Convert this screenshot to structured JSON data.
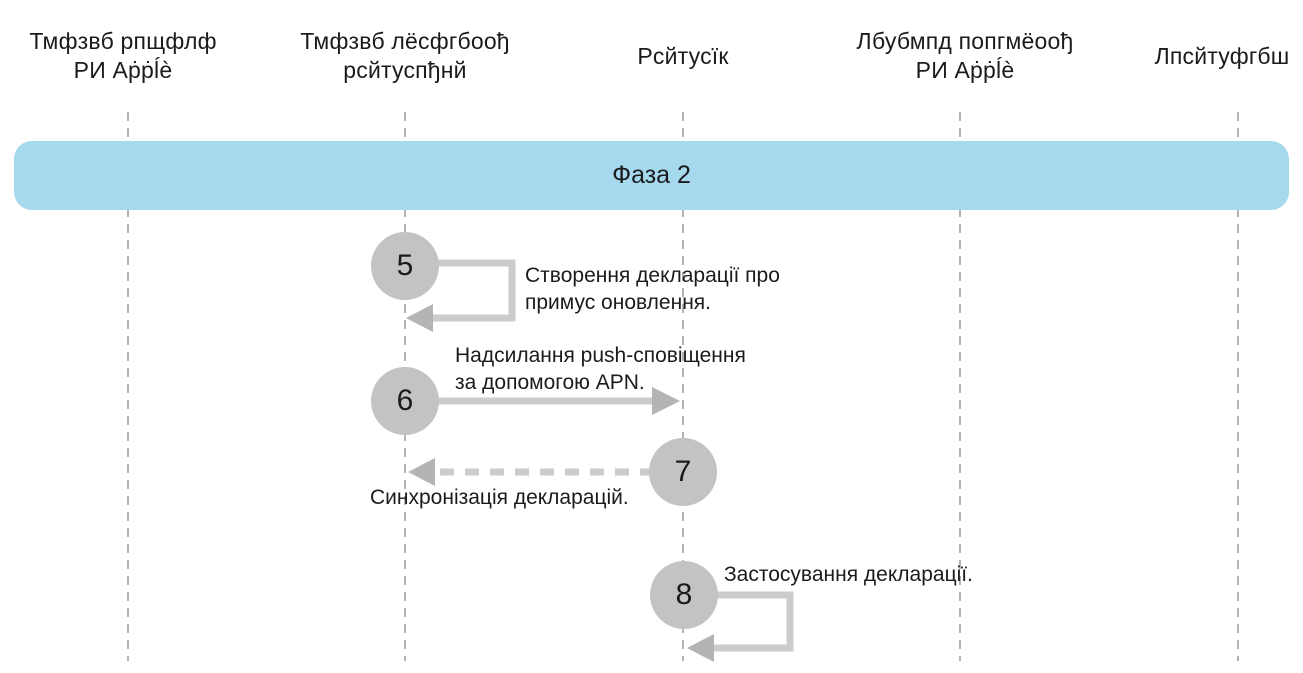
{
  "diagram": {
    "actors": [
      {
        "line1": "Тмфзвб рпщфлф",
        "line2": "РИ Аṗṗĺè"
      },
      {
        "line1": "Тмфзвб лёсфгбоођ",
        "line2": "рсйтуспђнй"
      },
      {
        "line1": "Рсйтусїк",
        "line2": ""
      },
      {
        "line1": "Лбубмпд попгмёоођ",
        "line2": "РИ Аṗṗĺè"
      },
      {
        "line1": "Лпсйтуфгбш",
        "line2": ""
      }
    ],
    "phase_band": {
      "label": "Фаза 2"
    },
    "steps": [
      {
        "number": "5",
        "arrow": "self-loop",
        "label_line1": "Створення декларації про",
        "label_line2": "примус оновлення."
      },
      {
        "number": "6",
        "arrow": "solid-right",
        "label_line1": "Надсилання push-сповіщення",
        "label_line2": "за допомогою APN."
      },
      {
        "number": "7",
        "arrow": "dashed-left",
        "label_line1": "Синхронізація декларацій.",
        "label_line2": ""
      },
      {
        "number": "8",
        "arrow": "self-loop",
        "label_line1": "Застосування декларації.",
        "label_line2": ""
      }
    ],
    "colors": {
      "phase_band": "#a6d9ee",
      "step_circle": "#c2c3c5",
      "arrow_line": "#cbcccd",
      "arrow_head": "#b2b4b6",
      "lifeline": "#b3b4b6",
      "text": "#1b1b1d",
      "background": "#ffffff"
    }
  }
}
